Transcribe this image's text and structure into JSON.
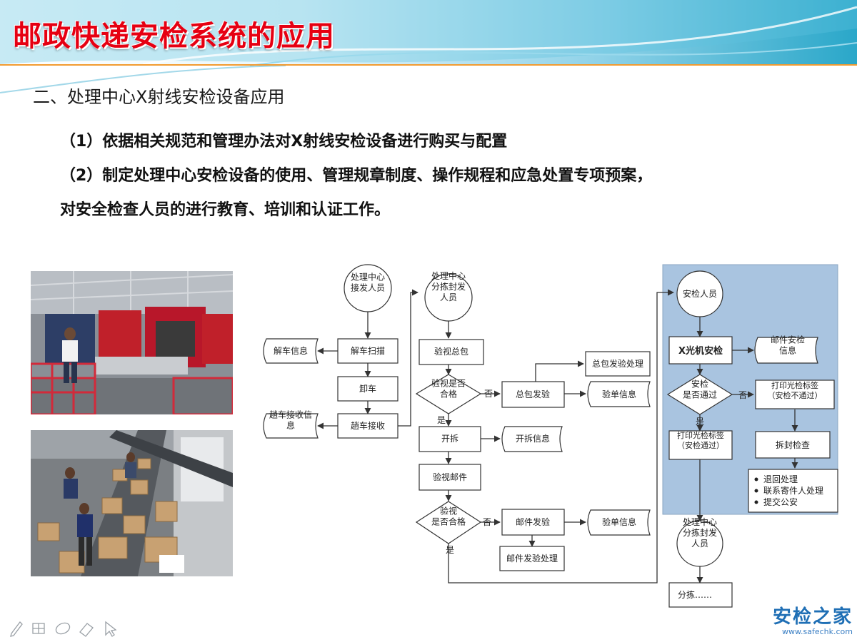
{
  "slide": {
    "title": "邮政快递安检系统的应用",
    "subtitle": "二、处理中心X射线安检设备应用",
    "points": [
      "（1）依据相关规范和管理办法对X射线安检设备进行购买与配置",
      "（2）制定处理中心安检设备的使用、管理规章制度、操作规程和应急处置专项预案，",
      "对安全检查人员的进行教育、培训和认证工作。"
    ]
  },
  "colors": {
    "title_red": "#e60012",
    "panel_blue": "#a9c4e0",
    "flow_stroke": "#333333",
    "header_teal": "#2aa7c9"
  },
  "flowchart": {
    "receiver_staff": "处理中心\n接发人员",
    "unload_scan": "解车扫描",
    "unload_info": "解车信息",
    "unload": "卸车",
    "trip_receive": "趟车接收",
    "trip_receive_info": "趟车接收信\n息",
    "sort_staff": "处理中心\n分拣封发\n人员",
    "inspect_bag": "验视总包",
    "bag_pass_q": "验视是否\n合格",
    "no": "否",
    "yes": "是",
    "bag_exception": "总包发验",
    "bag_exception_handle": "总包发验处理",
    "bill_info": "验单信息",
    "open_bag": "开拆",
    "open_info": "开拆信息",
    "inspect_mail": "验视邮件",
    "mail_pass_q": "验视\n是否合格",
    "mail_exception": "邮件发验",
    "mail_exception_handle": "邮件发验处理",
    "security_staff": "安检人员",
    "xray_check": "X光机安检",
    "mail_security_info": "邮件安检\n信息",
    "security_pass_q": "安检\n是否通过",
    "print_fail_label": "打印光检标签\n（安检不通过）",
    "print_pass_label": "打印光检标签\n（安检通过）",
    "unseal_check": "拆封检查",
    "actions": [
      "退回处理",
      "联系寄件人处理",
      "提交公安"
    ],
    "sort_staff_2": "处理中心\n分拣封发\n人员",
    "sorting": "分拣……"
  },
  "toolbar": {
    "icons": [
      "pen-icon",
      "grid-icon",
      "ellipse-icon",
      "eraser-icon",
      "cursor-icon"
    ]
  },
  "watermark": {
    "logo": "安检之家",
    "url": "www.safechk.com"
  }
}
